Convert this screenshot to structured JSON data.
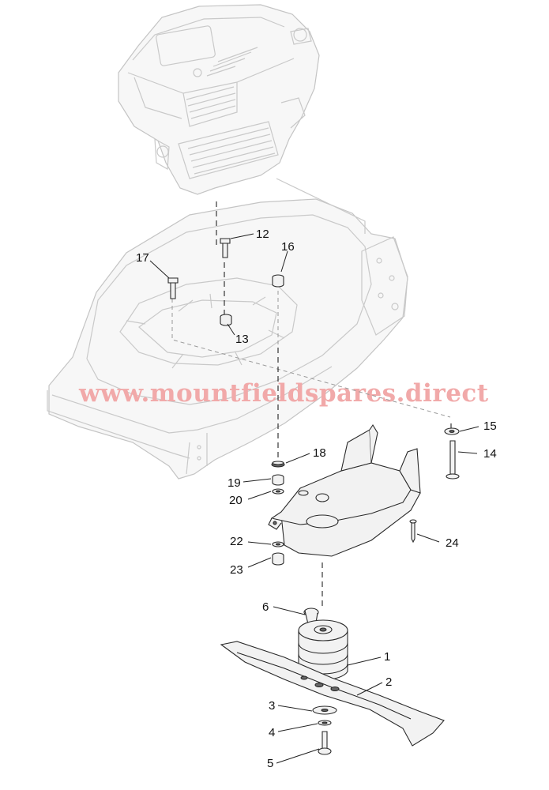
{
  "watermark": "www.mountfieldspares.direct",
  "callouts": {
    "c1": "1",
    "c2": "2",
    "c3": "3",
    "c4": "4",
    "c5": "5",
    "c6": "6",
    "c12": "12",
    "c13": "13",
    "c14": "14",
    "c15": "15",
    "c16": "16",
    "c17": "17",
    "c18": "18",
    "c19": "19",
    "c20": "20",
    "c22": "22",
    "c23": "23",
    "c24": "24"
  },
  "colors": {
    "watermark": "#f1a9a9",
    "line_art": "#2a2a2a",
    "ghost_line_art": "#c9c9c9"
  }
}
